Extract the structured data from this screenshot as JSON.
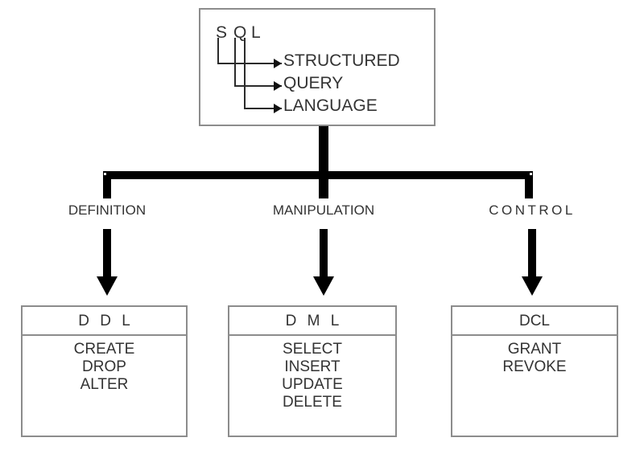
{
  "diagram": {
    "type": "hierarchy-tree",
    "title": "SQL",
    "root": {
      "acronym": "SQL",
      "letters": [
        "S",
        "Q",
        "L"
      ],
      "expansions": [
        "STRUCTURED",
        "QUERY",
        "LANGUAGE"
      ]
    },
    "branches": [
      {
        "label": "DEFINITION",
        "spaced": false
      },
      {
        "label": "MANIPULATION",
        "spaced": false
      },
      {
        "label": "CONTROL",
        "spaced": true
      }
    ],
    "categories": [
      {
        "title": "D D L",
        "commands": [
          "CREATE",
          "DROP",
          "ALTER"
        ]
      },
      {
        "title": "D M L",
        "commands": [
          "SELECT",
          "INSERT",
          "UPDATE",
          "DELETE"
        ]
      },
      {
        "title": "DCL",
        "commands": [
          "GRANT",
          "REVOKE"
        ]
      }
    ],
    "colors": {
      "background": "#ffffff",
      "box_border": "#8c8c8c",
      "connector": "#000000",
      "thin_connector": "#2b2b2b",
      "text": "#333333"
    }
  }
}
